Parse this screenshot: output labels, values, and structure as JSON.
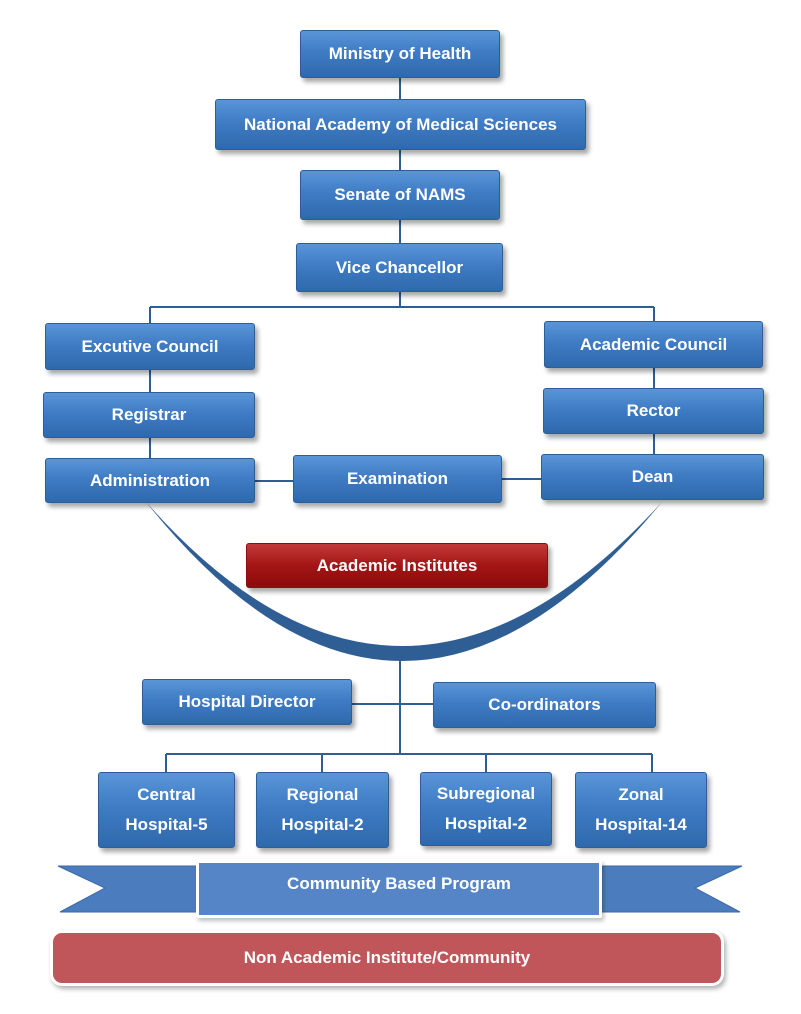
{
  "colors": {
    "box_blue": "#3f7cc4",
    "connector": "#2f5e94",
    "academic_institutes": "#a41515",
    "non_academic": "#c0565a",
    "banner": "#5585c6"
  },
  "nodes": {
    "ministry": "Ministry of Health",
    "nams": "National Academy of Medical Sciences",
    "senate": "Senate of NAMS",
    "vice_chancellor": "Vice Chancellor",
    "executive_council": "Excutive Council",
    "academic_council": "Academic Council",
    "registrar": "Registrar",
    "rector": "Rector",
    "administration": "Administration",
    "examination": "Examination",
    "dean": "Dean",
    "academic_institutes": "Academic Institutes",
    "hospital_director": "Hospital Director",
    "coordinators": "Co-ordinators",
    "central_hospital": "Central\nHospital-5",
    "regional_hospital": "Regional\nHospital-2",
    "subregional_hospital": "Subregional\nHospital-2",
    "zonal_hospital": "Zonal\nHospital-14",
    "community_program": "Community Based Program",
    "non_academic": "Non Academic Institute/Community"
  }
}
